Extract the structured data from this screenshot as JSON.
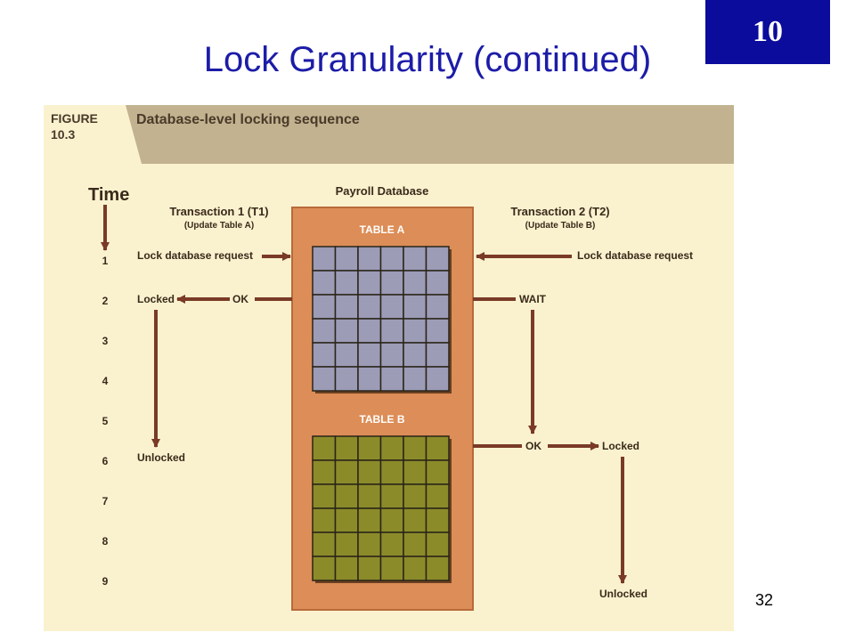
{
  "slide": {
    "chapter_number": "10",
    "title": "Lock Granularity (continued)",
    "page_number": "32"
  },
  "figure": {
    "label_word": "FIGURE",
    "label_number": "10.3",
    "caption": "Database-level locking sequence",
    "database_title": "Payroll Database",
    "time_label": "Time",
    "time_steps": [
      "1",
      "2",
      "3",
      "4",
      "5",
      "6",
      "7",
      "8",
      "9"
    ],
    "table_a_label": "TABLE A",
    "table_b_label": "TABLE B",
    "t1": {
      "title": "Transaction 1 (T1)",
      "subtitle": "(Update Table A)",
      "request": "Lock database request",
      "ok": "OK",
      "locked": "Locked",
      "unlocked": "Unlocked"
    },
    "t2": {
      "title": "Transaction 2 (T2)",
      "subtitle": "(Update Table B)",
      "request": "Lock database request",
      "wait": "WAIT",
      "ok": "OK",
      "locked": "Locked",
      "unlocked": "Unlocked"
    },
    "colors": {
      "header_band": "#c2b28f",
      "background": "#faf2cf",
      "database": "#dd8d57",
      "table_a": "#9c9cb7",
      "table_b": "#8c8b2a",
      "arrow": "#7a3a26",
      "chapter_box": "#0b0b9c",
      "title": "#1c1ca8"
    }
  }
}
